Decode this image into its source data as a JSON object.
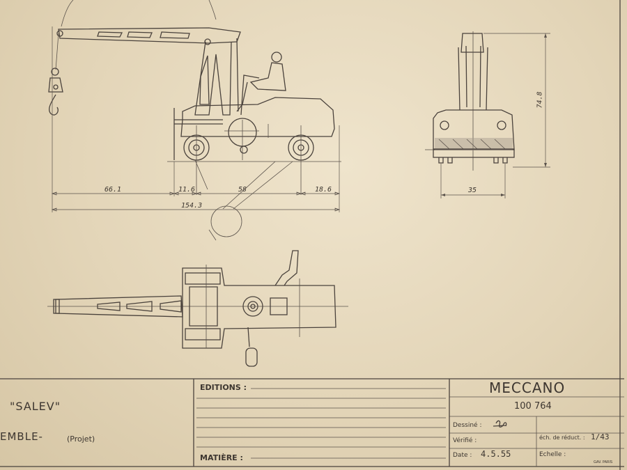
{
  "dimensions": {
    "front_length_1": "66.1",
    "front_length_2": "11.6",
    "front_length_3": "58",
    "front_length_4": "18.6",
    "overall_length": "154.3",
    "height": "74.8",
    "width": "35"
  },
  "title_block": {
    "model_name": "\"SALEV\"",
    "ensemble": "EMBLE-",
    "projet": "(Projet)",
    "editions_label": "EDITIONS :",
    "matiere_label": "MATIÈRE :",
    "company": "MECCANO",
    "drawing_number": "100 764",
    "dessine_label": "Dessiné :",
    "verifie_label": "Vérifié :",
    "date_label": "Date :",
    "date_value": "4.5.55",
    "reduction_label": "éch. de réduct. :",
    "reduction_value": "1/43",
    "echelle_label": "Echelle :",
    "printer_mark": "GAV. PARIS"
  },
  "colors": {
    "paper": "#e6d9bd",
    "ink": "#4a423c"
  }
}
